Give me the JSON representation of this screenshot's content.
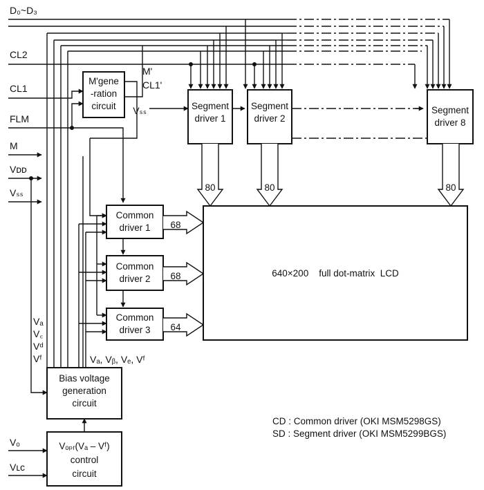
{
  "signals": {
    "data": "D₀~D₃",
    "cl2": "CL2",
    "cl1": "CL1",
    "flm": "FLM",
    "m": "M",
    "vdd": "Vᴅᴅ",
    "vss": "Vₛₛ",
    "vss_seg": "Vₛₛ",
    "vo": "Vₒ",
    "vlc": "Vʟᴄ"
  },
  "mgen": {
    "line1": "M'gene",
    "line2": "-ration",
    "line3": "circuit",
    "out_m": "M'",
    "out_cl1": "CL1'"
  },
  "segment_drivers": [
    {
      "line1": "Segment",
      "line2": "driver 1",
      "bus_width": "80"
    },
    {
      "line1": "Segment",
      "line2": "driver 2",
      "bus_width": "80"
    },
    {
      "line1": "Segment",
      "line2": "driver 8",
      "bus_width": "80"
    }
  ],
  "common_drivers": [
    {
      "line1": "Common",
      "line2": "driver 1",
      "bus_width": "68"
    },
    {
      "line1": "Common",
      "line2": "driver 2",
      "bus_width": "68"
    },
    {
      "line1": "Common",
      "line2": "driver 3",
      "bus_width": "64"
    }
  ],
  "lcd": {
    "label": "640×200    full dot-matrix  LCD"
  },
  "bias": {
    "line1": "Bias voltage",
    "line2": "generation",
    "line3": "circuit",
    "outputs_vertical": [
      "Vₐ",
      "V꜀",
      "Vᵈ",
      "Vᶠ"
    ],
    "outputs_common": "Vₐ, Vᵦ, Vₑ, Vᶠ"
  },
  "control": {
    "line1": "Vₒₚᵣ(Vₐ – Vᶠ)",
    "line2": "control",
    "line3": "circuit"
  },
  "legend": [
    "CD : Common driver (OKI MSM5298GS)",
    "SD : Segment driver (OKI MSM5299BGS)"
  ]
}
